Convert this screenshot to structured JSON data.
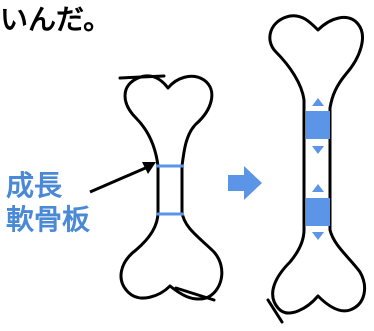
{
  "headline": "いんだ。",
  "label": {
    "line1": "成長",
    "line2": "軟骨板"
  },
  "colors": {
    "label": "#4a89d6",
    "plate": "#5b95e8",
    "arrow": "#5b95e8",
    "outline": "#000000"
  },
  "icons": {
    "transition_arrow": "right-arrow-icon",
    "growth_arrows": "double-arrow-icon"
  }
}
